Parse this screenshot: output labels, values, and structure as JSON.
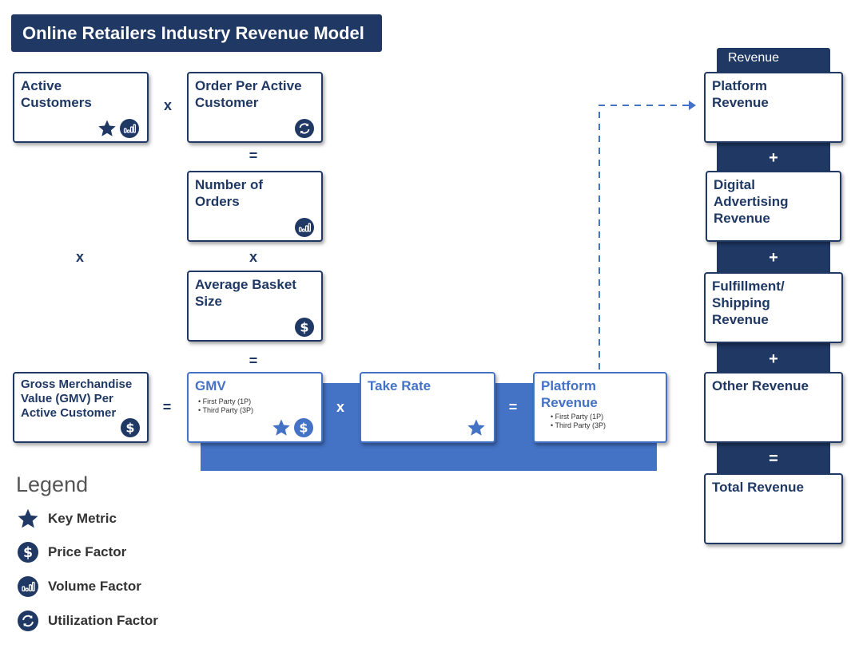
{
  "title": "Online Retailers Industry Revenue Model",
  "boxes": {
    "active_customers": "Active\nCustomers",
    "order_per_active_customer": "Order Per Active\nCustomer",
    "number_of_orders": "Number of\nOrders",
    "average_basket_size": "Average Basket\nSize",
    "gmv_per_customer": "Gross Merchandise\nValue (GMV) Per\nActive Customer",
    "gmv": "GMV",
    "take_rate": "Take Rate",
    "platform_revenue_mid": "Platform\nRevenue"
  },
  "bullets": {
    "first_party": "• First Party (1P)",
    "third_party": "• Third Party (3P)"
  },
  "operators": {
    "times": "x",
    "equals": "=",
    "plus": "+"
  },
  "revenue_column": {
    "header": "Revenue",
    "platform": "Platform\nRevenue",
    "digital": "Digital\nAdvertising\nRevenue",
    "fulfillment": "Fulfillment/\nShipping\nRevenue",
    "other": "Other Revenue",
    "total": "Total Revenue"
  },
  "legend": {
    "title": "Legend",
    "key_metric": "Key Metric",
    "price_factor": "Price Factor",
    "volume_factor": "Volume Factor",
    "utilization_factor": "Utilization Factor"
  },
  "colors": {
    "navy": "#1f3864",
    "blue": "#4472c4"
  }
}
